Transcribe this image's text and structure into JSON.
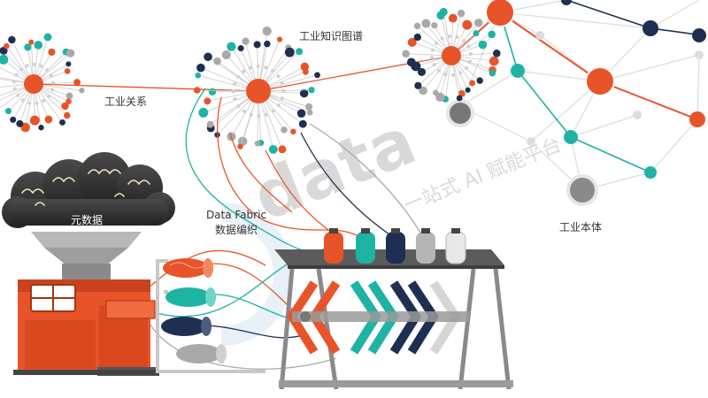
{
  "labels": {
    "industrial_relations": "工业关系",
    "knowledge_graph": "工业知识图谱",
    "ontology": "工业本体",
    "metadata": "元数据",
    "data_fabric_en": "Data Fabric",
    "data_fabric_zh": "数据编织"
  },
  "watermark": {
    "brand": "data",
    "brand_cn": "一站式 AI 赋能平台"
  },
  "colors": {
    "orange": "#e8542a",
    "teal": "#1fb3a4",
    "navy": "#1f2f52",
    "gray": "#a9a9a9",
    "light_gray": "#d8d8d8",
    "dark_gray": "#555555"
  }
}
